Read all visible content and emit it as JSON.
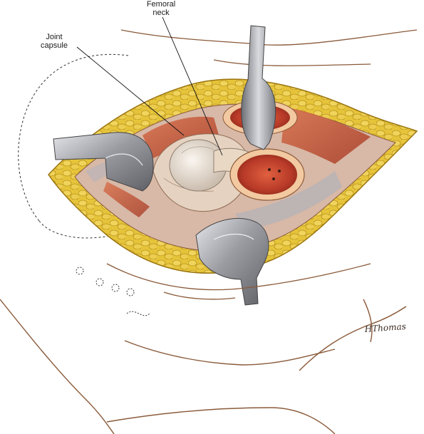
{
  "labels": {
    "femoral_neck": {
      "line1": "Femoral",
      "line2": "neck"
    },
    "joint_capsule": {
      "line1": "Joint",
      "line2": "capsule"
    }
  },
  "signature": "HThomas",
  "colors": {
    "fat_yellow": "#e8c840",
    "fat_outline": "#b08a10",
    "muscle_red": "#c0553a",
    "bone_cut_marrow": "#c8452f",
    "bone_cortex": "#f2c9a0",
    "capsule": "#e8d6c4",
    "femoral_head": "#efe6dc",
    "retractor_steel": "#a8aaae",
    "skin_line": "#8a5a3a"
  },
  "icons": [
    "retractor-icon",
    "femoral-head-icon",
    "bone-cut-icon"
  ]
}
